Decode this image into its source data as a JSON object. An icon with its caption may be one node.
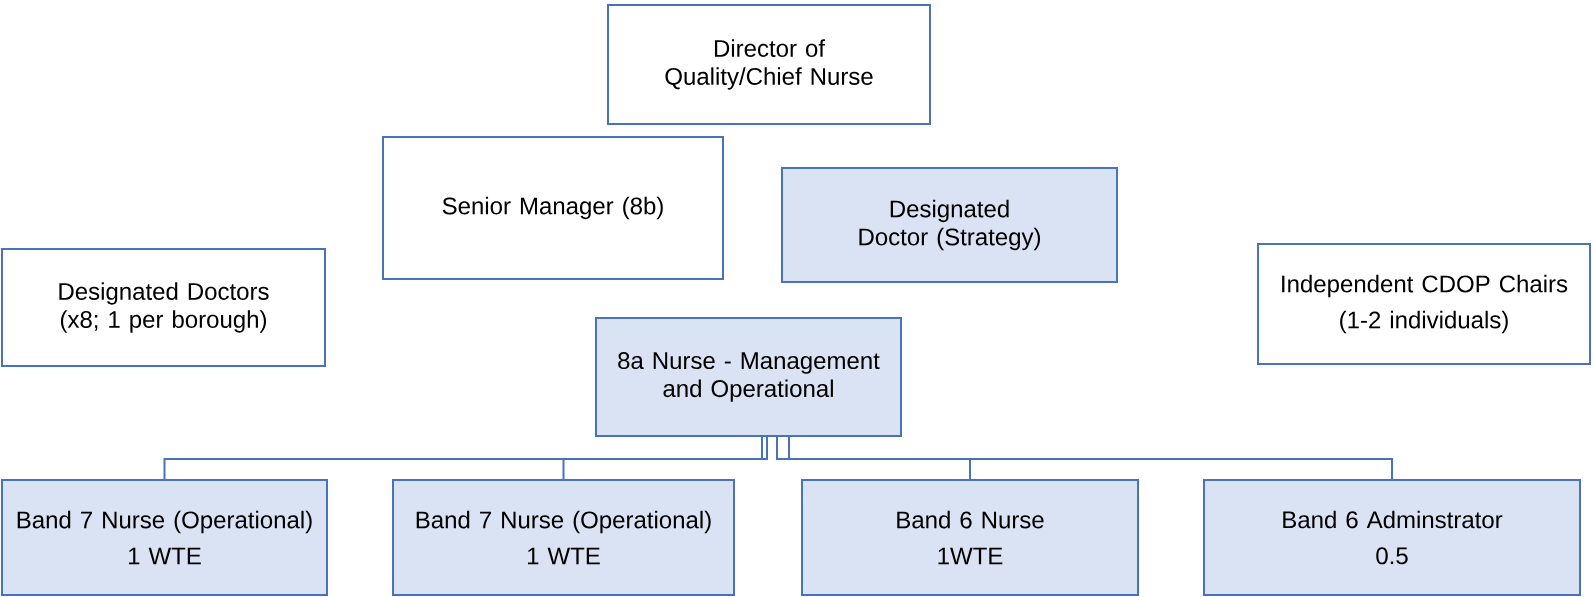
{
  "diagram": {
    "nodes": [
      {
        "text": [
          "Director of Quality/Chief Nurse"
        ]
      },
      {
        "text": [
          "Senior Manager (8b)"
        ]
      },
      {
        "text": [
          "Designated Doctor (Strategy)"
        ]
      },
      {
        "text": [
          "Designated Doctors (x8; 1 per borough)"
        ]
      },
      {
        "text": [
          "Independent CDOP Chairs",
          "(1-2 individuals)"
        ]
      },
      {
        "text": [
          "8a Nurse - Management and Operational"
        ]
      },
      {
        "text": [
          "Band 7 Nurse (Operational)",
          "1 WTE"
        ]
      },
      {
        "text": [
          "Band 7 Nurse (Operational)",
          "1 WTE"
        ]
      },
      {
        "text": [
          "Band 6 Nurse",
          "1WTE"
        ]
      },
      {
        "text": [
          "Band 6 Adminstrator",
          "0.5"
        ]
      }
    ],
    "edges": [
      {
        "from": 5,
        "to": 6,
        "arrow": "none"
      },
      {
        "from": 5,
        "to": 7,
        "arrow": "none"
      },
      {
        "from": 5,
        "to": 8,
        "arrow": "none"
      },
      {
        "from": 5,
        "to": 9,
        "arrow": "none"
      }
    ]
  }
}
